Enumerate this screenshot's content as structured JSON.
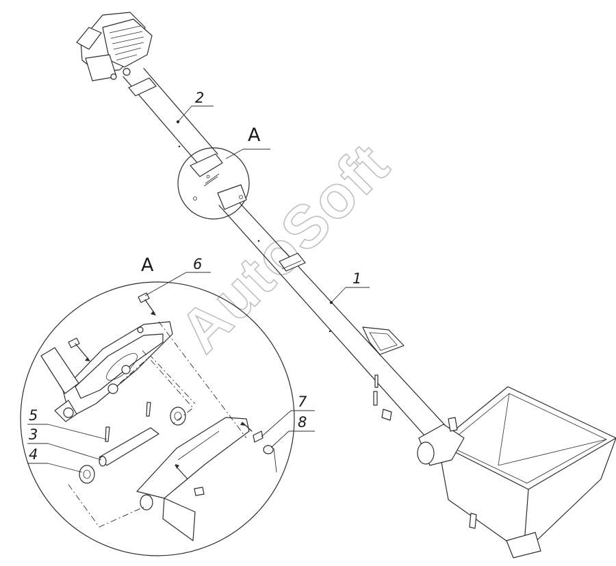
{
  "figure": {
    "view_label": "A",
    "detail_label": "A",
    "watermark": "AutoSoft",
    "callouts": [
      {
        "id": "1",
        "text": "1"
      },
      {
        "id": "2",
        "text": "2"
      },
      {
        "id": "3",
        "text": "3"
      },
      {
        "id": "4",
        "text": "4"
      },
      {
        "id": "5",
        "text": "5"
      },
      {
        "id": "6",
        "text": "6"
      },
      {
        "id": "7",
        "text": "7"
      },
      {
        "id": "8",
        "text": "8"
      }
    ]
  }
}
